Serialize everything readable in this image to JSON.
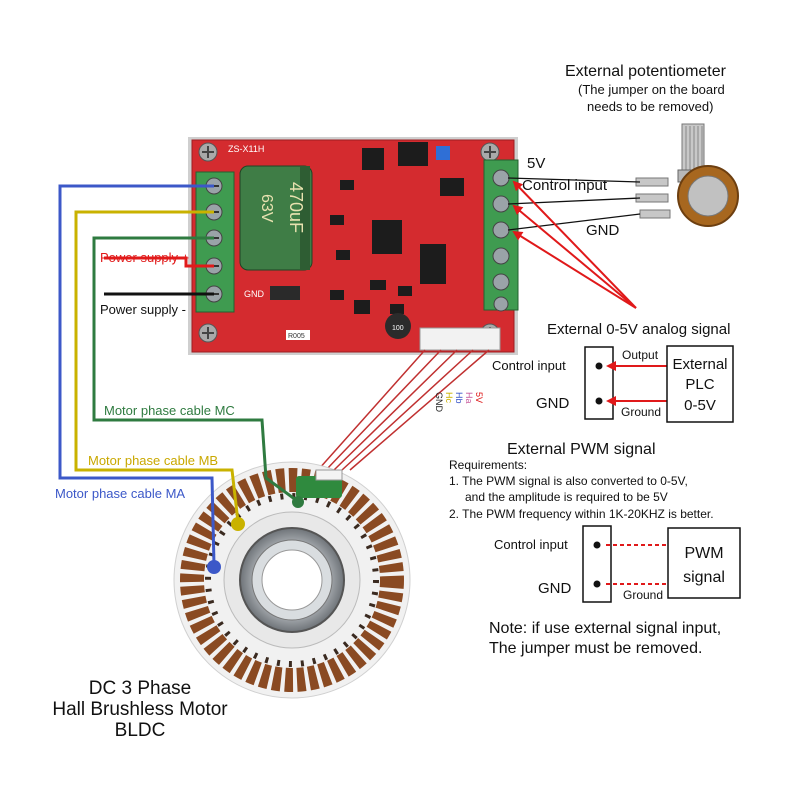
{
  "potentiometer": {
    "title": "External potentiometer",
    "note_line1": "(The jumper on the board",
    "note_line2": "needs to be removed)",
    "pin_5v": "5V",
    "pin_control": "Control input",
    "pin_gnd": "GND"
  },
  "board": {
    "model": "ZS-X11H",
    "cap_value": "470uF",
    "cap_voltage": "63V",
    "gnd_label": "GND",
    "small_cap": "100",
    "resistor": "R005",
    "hall_pins": [
      "5V",
      "Ha",
      "Hb",
      "Hc",
      "GND"
    ]
  },
  "power": {
    "supply_plus": "Power supply +",
    "supply_minus": "Power supply -"
  },
  "phase_cables": {
    "mc": "Motor phase cable MC",
    "mb": "Motor phase cable MB",
    "ma": "Motor phase cable MA"
  },
  "analog": {
    "title": "External 0-5V analog signal",
    "control_input": "Control input",
    "gnd": "GND",
    "output": "Output",
    "ground": "Ground",
    "box_line1": "External",
    "box_line2": "PLC",
    "box_line3": "0-5V"
  },
  "pwm": {
    "title": "External PWM signal",
    "req_header": "Requirements:",
    "req_1a": "1. The PWM signal is also converted to 0-5V,",
    "req_1b": "and the amplitude is required to be 5V",
    "req_2": "2. The PWM frequency within 1K-20KHZ is better.",
    "control_input": "Control input",
    "gnd": "GND",
    "ground": "Ground",
    "box_line1": "PWM",
    "box_line2": "signal"
  },
  "note": {
    "line1": "Note:  if use external signal input,",
    "line2": "The jumper must be removed."
  },
  "motor": {
    "line1": "DC 3 Phase",
    "line2": "Hall Brushless Motor",
    "line3": "BLDC"
  },
  "colors": {
    "board": "#d42b2f",
    "terminal": "#3f9b50",
    "capacitor": "#3f7d46",
    "wire_ma": "#3c58c8",
    "wire_mb": "#c9b200",
    "wire_mc": "#2f7b40",
    "power_red": "#e11a1a",
    "arrow_red": "#e0191a",
    "copper": "#8a4a22"
  }
}
